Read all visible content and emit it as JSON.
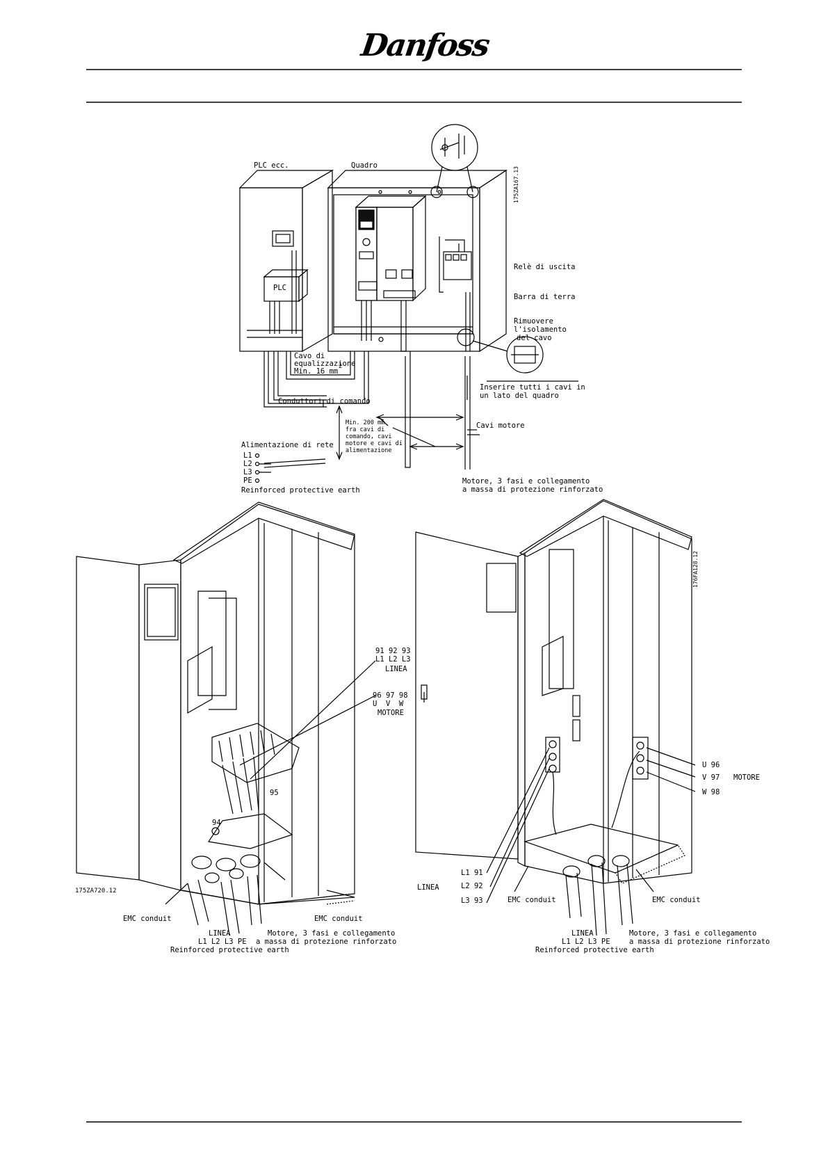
{
  "header": {
    "brand": "Danfoss"
  },
  "top_diagram": {
    "plc_label": "PLC ecc.",
    "cabinet_label": "Quadro",
    "plc_box": "PLC",
    "ref_code": "175ZA167.13",
    "relay_label": "Relè di uscita",
    "earth_bar_label": "Barra di terra",
    "remove_insulation": [
      "Rimuovere",
      "l'isolamento",
      "del cavo"
    ],
    "insert_cables": [
      "Inserire tutti i cavi in",
      "un lato del quadro"
    ],
    "equalization": [
      "Cavo di",
      "equalizzazione",
      "Min. 16 mm",
      "2"
    ],
    "control_wires": "Conduttori di comando",
    "min_distance": [
      "Min. 200 mm",
      "fra cavi di",
      "comando, cavi",
      "motore e cavi di",
      "alimentazione"
    ],
    "motor_cables": "Cavi motore",
    "mains_supply": "Alimentazione di rete",
    "phases": [
      "L1",
      "L2",
      "L3",
      "PE"
    ],
    "reinforced_earth": "Reinforced protective earth",
    "motor_note": [
      "Motore, 3 fasi e collegamento",
      "a massa di protezione rinforzato"
    ]
  },
  "left_diagram": {
    "ref_code": "175ZA720.12",
    "line_terminals": [
      "91 92 93",
      "L1 L2 L3",
      "LINEA"
    ],
    "motor_terminals": [
      "96 97 98",
      "U  V  W",
      "MOTORE"
    ],
    "earth_95": "95",
    "earth_94": "94",
    "emc_left": "EMC conduit",
    "emc_right": "EMC conduit",
    "line_bottom": [
      "LINEA",
      "L1 L2 L3 PE",
      "Reinforced protective earth"
    ],
    "motor_bottom": [
      "Motore, 3 fasi e collegamento",
      "a massa di protezione rinforzato"
    ]
  },
  "right_diagram": {
    "ref_code": "176FA128.12",
    "motor_u": "U 96",
    "motor_v": "V 97",
    "motor_w": "W 98",
    "motor_label": "MOTORE",
    "line_l1": "L1 91",
    "line_l2": "L2 92",
    "line_l3": "L3 93",
    "line_label": "LINEA",
    "emc_left": "EMC conduit",
    "emc_right": "EMC conduit",
    "line_bottom": [
      "LINEA",
      "L1 L2 L3 PE",
      "Reinforced protective earth"
    ],
    "motor_bottom": [
      "Motore, 3 fasi e collegamento",
      "a massa di protezione rinforzato"
    ]
  }
}
